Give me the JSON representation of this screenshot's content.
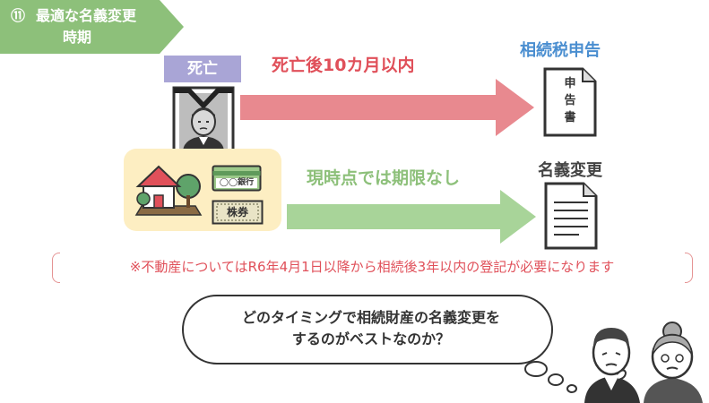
{
  "header": {
    "number": "⑪",
    "title_line1": "最適な名義変更",
    "title_line2": "時期"
  },
  "death_label": "死亡",
  "arrow_red_text": "死亡後10カ月以内",
  "arrow_green_text": "現時点では期限なし",
  "tax_filing": {
    "label": "相続税申告",
    "doc_chars": [
      "申",
      "告",
      "書"
    ]
  },
  "name_transfer": {
    "label": "名義変更"
  },
  "assets": {
    "bank_label": "◯◯銀行",
    "stock_label": "株券"
  },
  "notice": "※不動産についてはR6年4月1日以降から相続後3年以内の登記が必要になります",
  "bubble": {
    "line1": "どのタイミングで相続財産の名義変更を",
    "line2": "するのがベストなのか？"
  },
  "colors": {
    "header_green": "#8dc07a",
    "death_purple": "#a9a5d6",
    "red_arrow": "#e8898f",
    "green_arrow": "#a8d499",
    "tax_blue": "#4a8ed0",
    "assets_bg": "#fdeec2",
    "notice_red": "#e0505a"
  }
}
